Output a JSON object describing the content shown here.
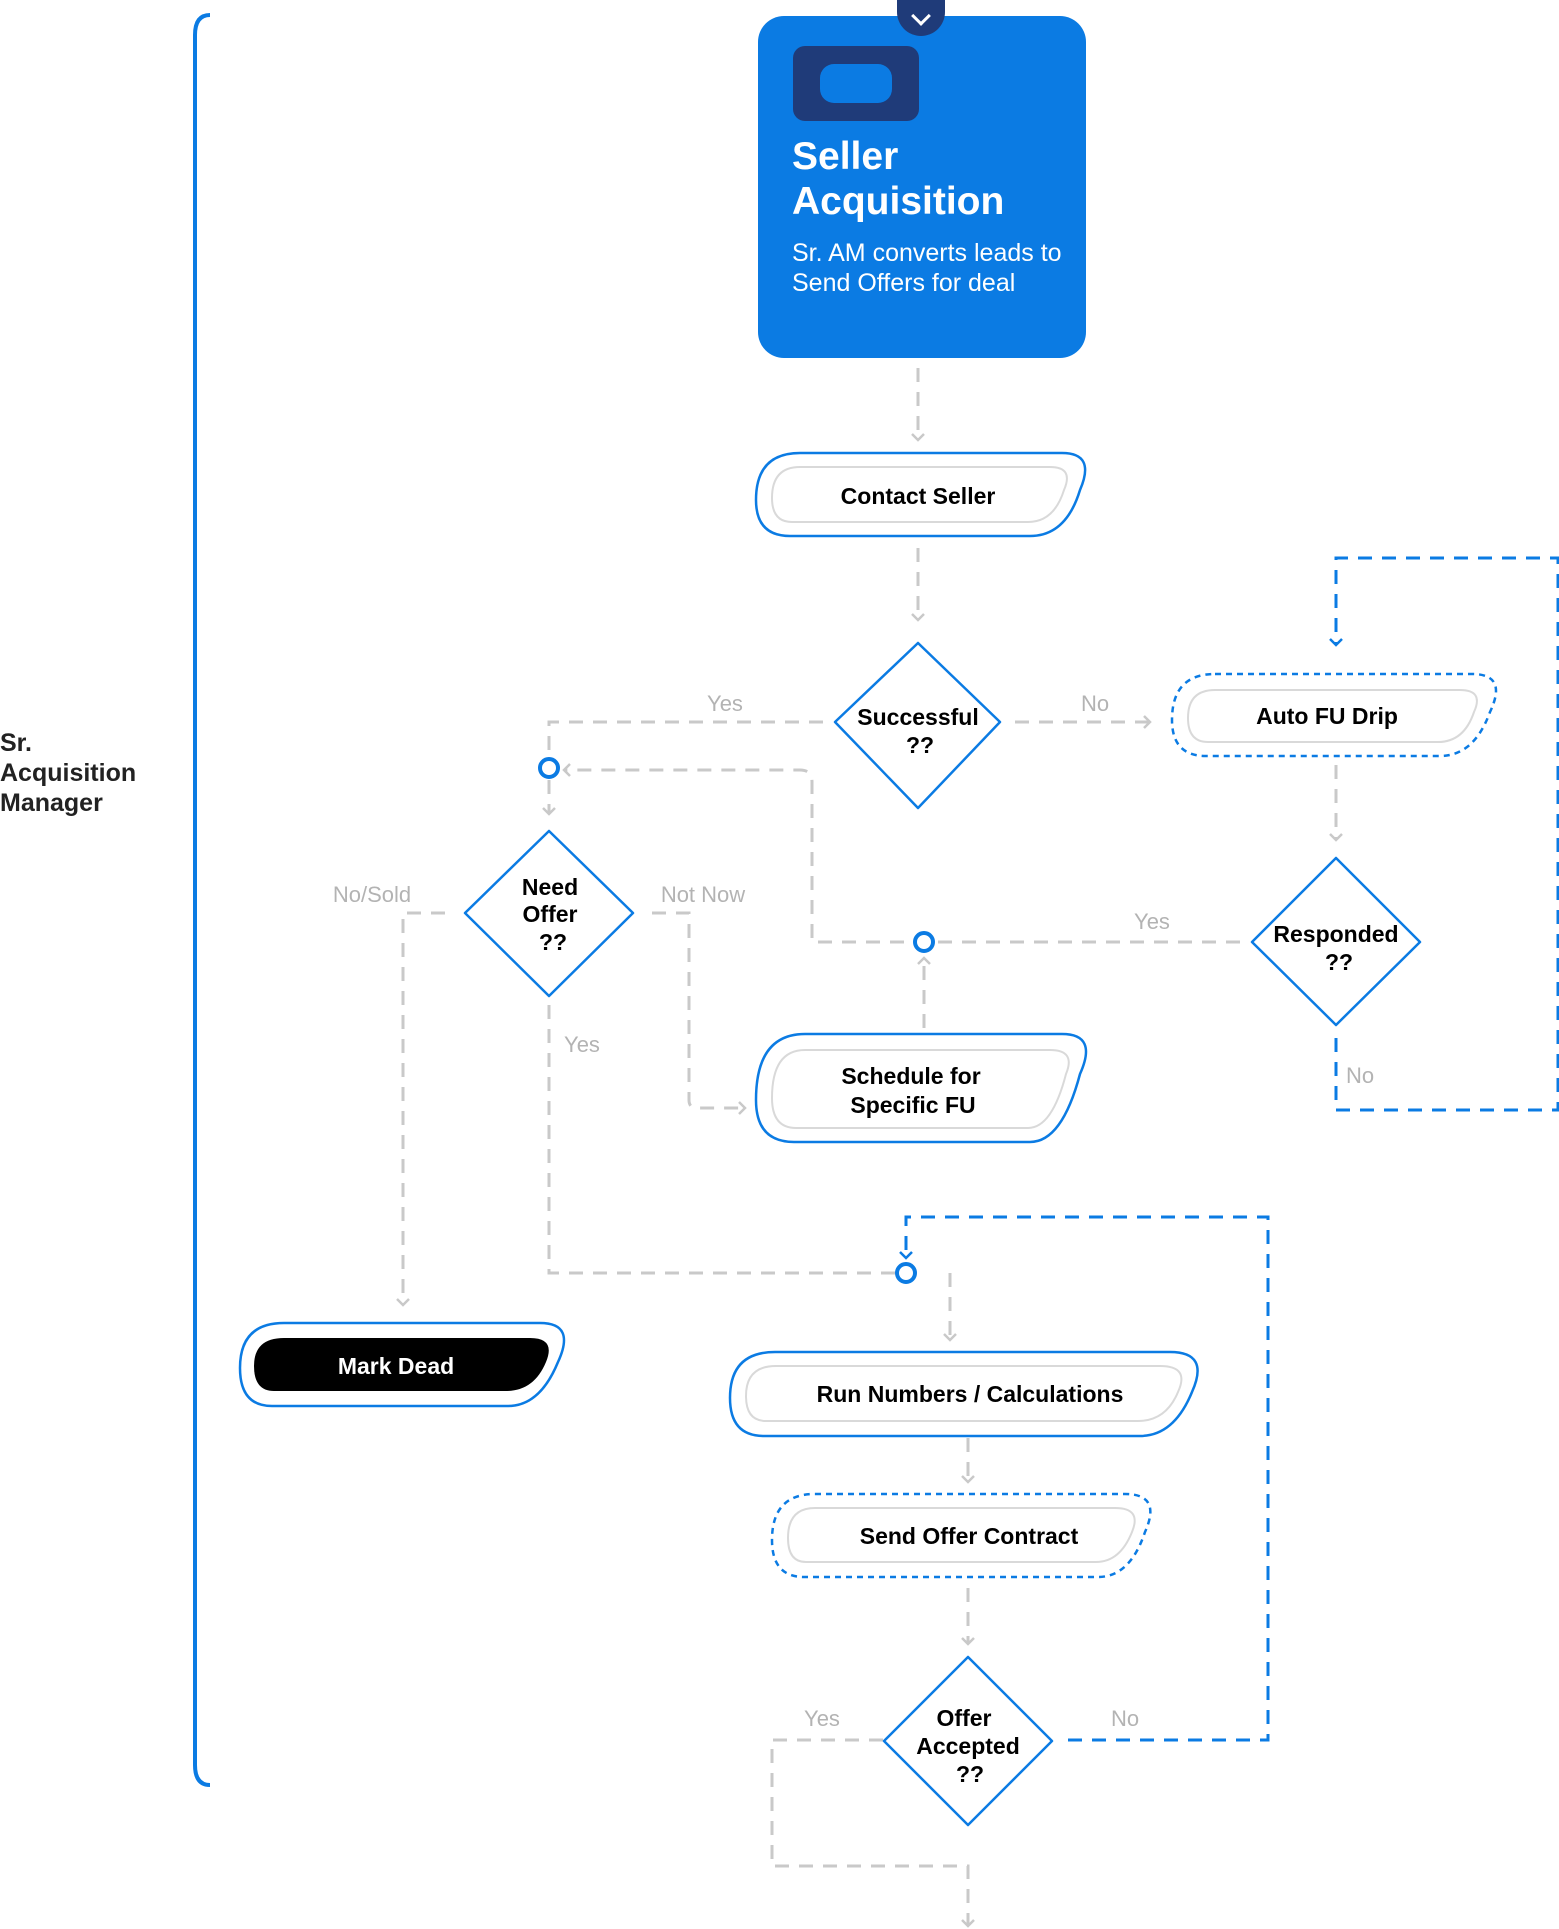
{
  "lane": {
    "title_lines": [
      "Sr.",
      "Acquisition",
      "Manager"
    ]
  },
  "header": {
    "title": "Seller Acquisition",
    "subtitle": "Sr. AM converts leads to Send Offers for deal",
    "toggle_icon": "chevron-down-icon"
  },
  "colors": {
    "accent": "#0b7be3",
    "navy": "#1f3b79",
    "connector_gray": "#c9c9c9",
    "edge_label_gray": "#b3b3b3",
    "terminal_black": "#000000"
  },
  "nodes": {
    "contact_seller": "Contact Seller",
    "successful": [
      "Successful",
      "??"
    ],
    "auto_fu_drip": "Auto FU Drip",
    "need_offer": [
      "Need",
      "Offer",
      "??"
    ],
    "responded": [
      "Responded",
      "??"
    ],
    "schedule_fu": [
      "Schedule for",
      "Specific FU"
    ],
    "mark_dead": "Mark Dead",
    "run_numbers": "Run Numbers / Calculations",
    "send_offer": "Send Offer Contract",
    "offer_accepted": [
      "Offer",
      "Accepted",
      "??"
    ]
  },
  "edges": {
    "successful_yes": "Yes",
    "successful_no": "No",
    "need_offer_no_sold": "No/Sold",
    "need_offer_not_now": "Not Now",
    "need_offer_yes": "Yes",
    "responded_yes": "Yes",
    "responded_no": "No",
    "offer_accepted_yes": "Yes",
    "offer_accepted_no": "No"
  }
}
